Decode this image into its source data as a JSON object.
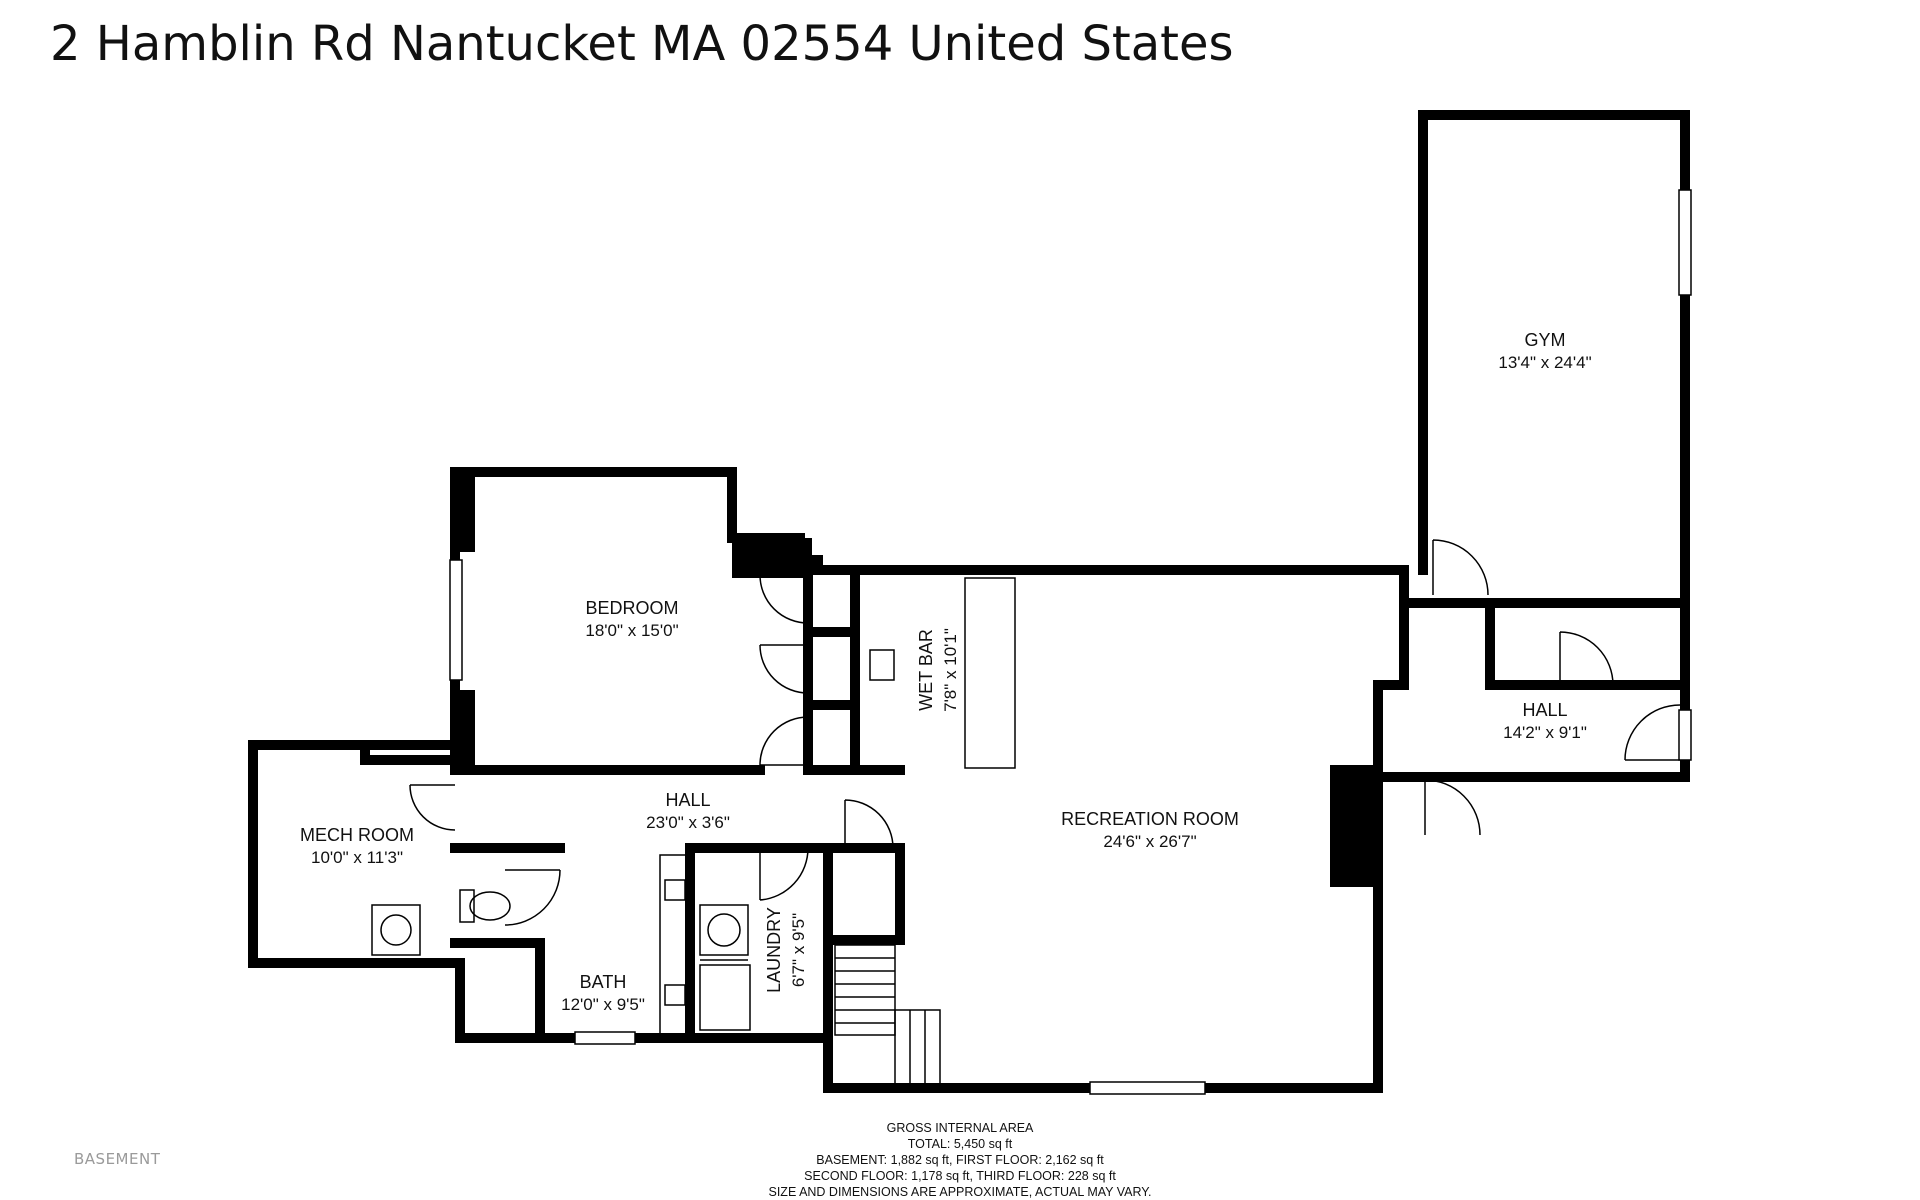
{
  "title": "2 Hamblin Rd Nantucket MA 02554 United States",
  "floor": "BASEMENT",
  "rooms": [
    {
      "id": "gym",
      "name": "GYM",
      "dims": "13'4\" x 24'4\""
    },
    {
      "id": "bedroom",
      "name": "BEDROOM",
      "dims": "18'0\" x 15'0\""
    },
    {
      "id": "wetbar",
      "name": "WET BAR",
      "dims": "7'8\" x 10'1\""
    },
    {
      "id": "hall-east",
      "name": "HALL",
      "dims": "14'2\" x 9'1\""
    },
    {
      "id": "mech",
      "name": "MECH ROOM",
      "dims": "10'0\" x 11'3\""
    },
    {
      "id": "hall-main",
      "name": "HALL",
      "dims": "23'0\" x 3'6\""
    },
    {
      "id": "recreation",
      "name": "RECREATION ROOM",
      "dims": "24'6\" x 26'7\""
    },
    {
      "id": "laundry",
      "name": "LAUNDRY",
      "dims": "6'7\" x 9'5\""
    },
    {
      "id": "bath",
      "name": "BATH",
      "dims": "12'0\" x 9'5\""
    }
  ],
  "area": {
    "heading": "GROSS INTERNAL AREA",
    "lines": [
      "TOTAL: 5,450 sq ft",
      "BASEMENT: 1,882 sq ft, FIRST FLOOR: 2,162 sq ft",
      "SECOND FLOOR: 1,178 sq ft, THIRD FLOOR: 228 sq ft",
      "SIZE AND DIMENSIONS ARE APPROXIMATE, ACTUAL MAY VARY."
    ]
  }
}
